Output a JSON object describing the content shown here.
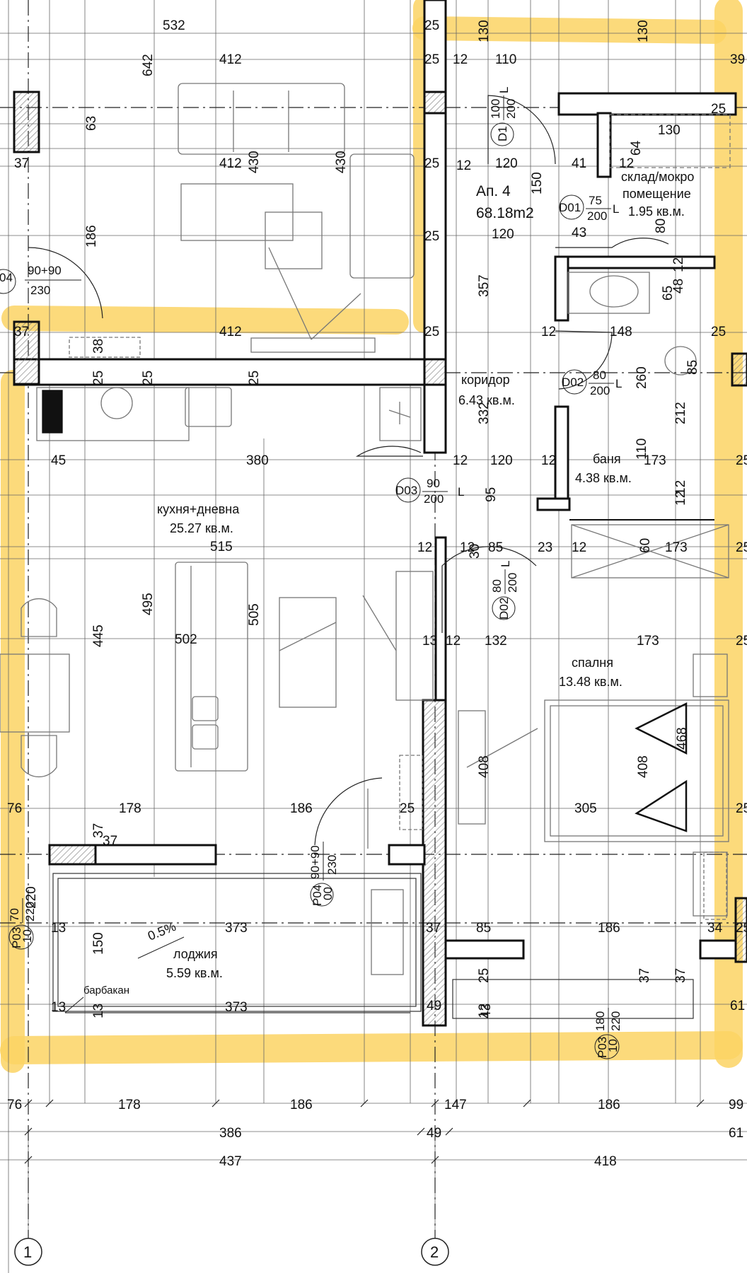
{
  "apartment": {
    "name": "Ап. 4",
    "area": "68.18m2"
  },
  "rooms": {
    "storage": {
      "line1": "склад/мокро",
      "line2": "помещение",
      "area": "1.95 кв.м."
    },
    "corridor": {
      "name": "коридор",
      "area": "6.43 кв.м."
    },
    "bath": {
      "name": "баня",
      "area": "4.38 кв.м."
    },
    "kitchen_living": {
      "name": "кухня+дневна",
      "area": "25.27 кв.м."
    },
    "bedroom": {
      "name": "спалня",
      "area": "13.48 кв.м."
    },
    "loggia": {
      "name": "лоджия",
      "area": "5.59 кв.м.",
      "slope": "0.5%",
      "drain": "барбакан"
    }
  },
  "doors": {
    "D1": {
      "code": "D1",
      "width": "100",
      "height": "200",
      "hand": "L"
    },
    "D01": {
      "code": "D01",
      "width": "75",
      "height": "200",
      "hand": "L"
    },
    "D02a": {
      "code": "D02",
      "width": "80",
      "height": "200",
      "hand": "L"
    },
    "D03": {
      "code": "D03",
      "width": "90",
      "height": "200",
      "hand": "L"
    },
    "D02b": {
      "code": "D02",
      "width": "80",
      "height": "200",
      "hand": "L"
    },
    "P04a": {
      "code": "04",
      "size": "90+90",
      "height": "230"
    },
    "P04b": {
      "code": "P04",
      "sub": "00",
      "size": "90+90",
      "height": "230"
    },
    "P03a": {
      "code": "P03",
      "sub": "10",
      "size": "70",
      "height": "220"
    },
    "P03b": {
      "code": "P03",
      "sub": "10",
      "size": "180",
      "height": "220"
    }
  },
  "axes": [
    "1",
    "2"
  ],
  "dimensions_top": [
    "532",
    "642",
    "412",
    "63",
    "412",
    "430",
    "430",
    "186",
    "412",
    "37",
    "25",
    "25",
    "25",
    "25",
    "25",
    "130",
    "130",
    "39",
    "12",
    "110",
    "120",
    "41",
    "12",
    "130",
    "64",
    "150",
    "43",
    "80",
    "120",
    "12",
    "148",
    "25",
    "25",
    "357",
    "12",
    "65",
    "48",
    "12",
    "37",
    "38",
    "25",
    "25",
    "25"
  ],
  "dimensions_middle": [
    "45",
    "380",
    "12",
    "120",
    "12",
    "173",
    "25",
    "85",
    "260",
    "332",
    "212",
    "110",
    "95",
    "515",
    "12",
    "12",
    "85",
    "23",
    "12",
    "60",
    "173",
    "25",
    "12",
    "12",
    "445",
    "495",
    "505",
    "502",
    "13",
    "12",
    "132",
    "173",
    "25",
    "30",
    "408",
    "408",
    "468",
    "305",
    "25",
    "76",
    "178",
    "186",
    "37",
    "25",
    "37"
  ],
  "dimensions_bottom": [
    "220",
    "13",
    "373",
    "150",
    "13",
    "373",
    "13",
    "37",
    "85",
    "186",
    "34",
    "25",
    "25",
    "12",
    "37",
    "37",
    "49",
    "43",
    "61"
  ],
  "dimension_chains": {
    "row1": [
      "76",
      "178",
      "186",
      "147",
      "186",
      "99"
    ],
    "row2": [
      "386",
      "49",
      "61"
    ],
    "row3": [
      "437",
      "418"
    ]
  },
  "colors": {
    "highlight": "#fbd364",
    "wall": "#111111",
    "hatch": "#888888",
    "grid": "#777777"
  }
}
